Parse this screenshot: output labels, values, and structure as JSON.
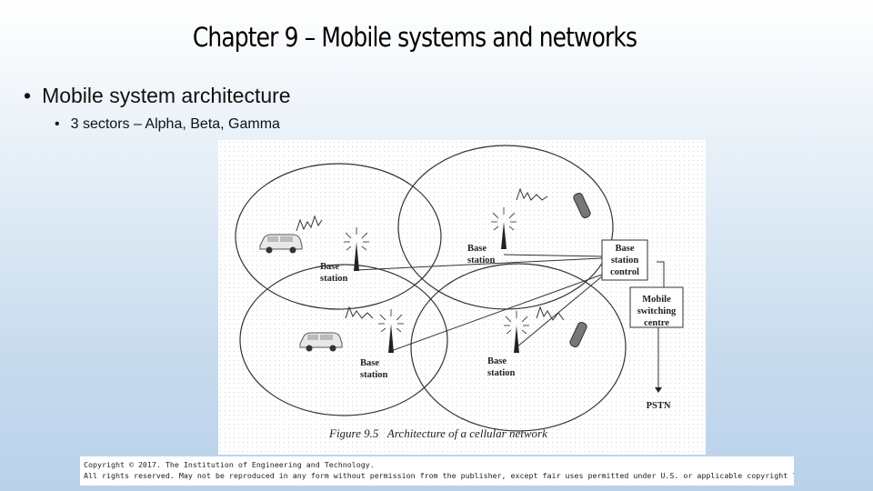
{
  "slide": {
    "title": "Chapter 9 – Mobile systems and networks",
    "bullets": [
      {
        "text": "Mobile system architecture"
      },
      {
        "text": "3 sectors – Alpha, Beta, Gamma"
      }
    ]
  },
  "figure": {
    "caption": "Figure 9.5   Architecture of a cellular network",
    "labels": {
      "bs1": [
        "Base",
        "station"
      ],
      "bs2": [
        "Base",
        "station"
      ],
      "bs3": [
        "Base",
        "station"
      ],
      "bs4": [
        "Base",
        "station"
      ],
      "bsc": [
        "Base",
        "station",
        "control"
      ],
      "msc": [
        "Mobile",
        "switching",
        "centre"
      ],
      "pstn": "PSTN"
    }
  },
  "copyright": {
    "line1": "Copyright © 2017. The Institution of Engineering and Technology.",
    "line2": "All rights reserved. May not be reproduced in any form without permission from the publisher, except fair uses permitted under U.S. or applicable copyright law."
  }
}
